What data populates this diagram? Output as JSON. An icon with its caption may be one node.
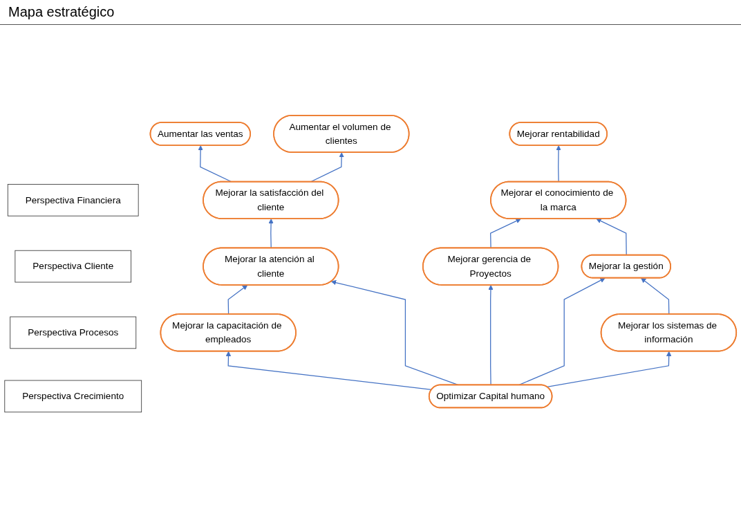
{
  "diagram": {
    "title": "Mapa estratégico",
    "nodes": [
      {
        "text": [
          "Perspectiva Financiera"
        ]
      },
      {
        "text": [
          "Perspectiva Cliente"
        ]
      },
      {
        "text": [
          "Perspectiva Procesos"
        ]
      },
      {
        "text": [
          "Perspectiva Crecimiento"
        ]
      },
      {
        "text": [
          "Aumentar las ventas"
        ]
      },
      {
        "text": [
          "Aumentar el volumen de clientes"
        ]
      },
      {
        "text": [
          "Mejorar rentabilidad"
        ]
      },
      {
        "text": [
          "Mejorar la satisfacción del cliente"
        ]
      },
      {
        "text": [
          "Mejorar el conocimiento de la marca"
        ]
      },
      {
        "text": [
          "Mejorar la atención al cliente"
        ]
      },
      {
        "text": [
          "Mejorar gerencia de Proyectos"
        ]
      },
      {
        "text": [
          "Mejorar la gestión"
        ]
      },
      {
        "text": [
          "Mejorar la capacitación de empleados"
        ]
      },
      {
        "text": [
          "Optimizar Capital humano"
        ]
      },
      {
        "text": [
          "Mejorar los sistemas de información"
        ]
      }
    ],
    "edges": [
      {
        "from": 7,
        "to": 4,
        "arrow": "to"
      },
      {
        "from": 7,
        "to": 5,
        "arrow": "to"
      },
      {
        "from": 8,
        "to": 6,
        "arrow": "to"
      },
      {
        "from": 9,
        "to": 7,
        "arrow": "to"
      },
      {
        "from": 10,
        "to": 8,
        "arrow": "to"
      },
      {
        "from": 11,
        "to": 8,
        "arrow": "to"
      },
      {
        "from": 12,
        "to": 9,
        "arrow": "to"
      },
      {
        "from": 13,
        "to": 9,
        "arrow": "to"
      },
      {
        "from": 13,
        "to": 10,
        "arrow": "to"
      },
      {
        "from": 13,
        "to": 11,
        "arrow": "to"
      },
      {
        "from": 13,
        "to": 12,
        "arrow": "to"
      },
      {
        "from": 13,
        "to": 14,
        "arrow": "to"
      },
      {
        "from": 14,
        "to": 11,
        "arrow": "to"
      }
    ]
  }
}
